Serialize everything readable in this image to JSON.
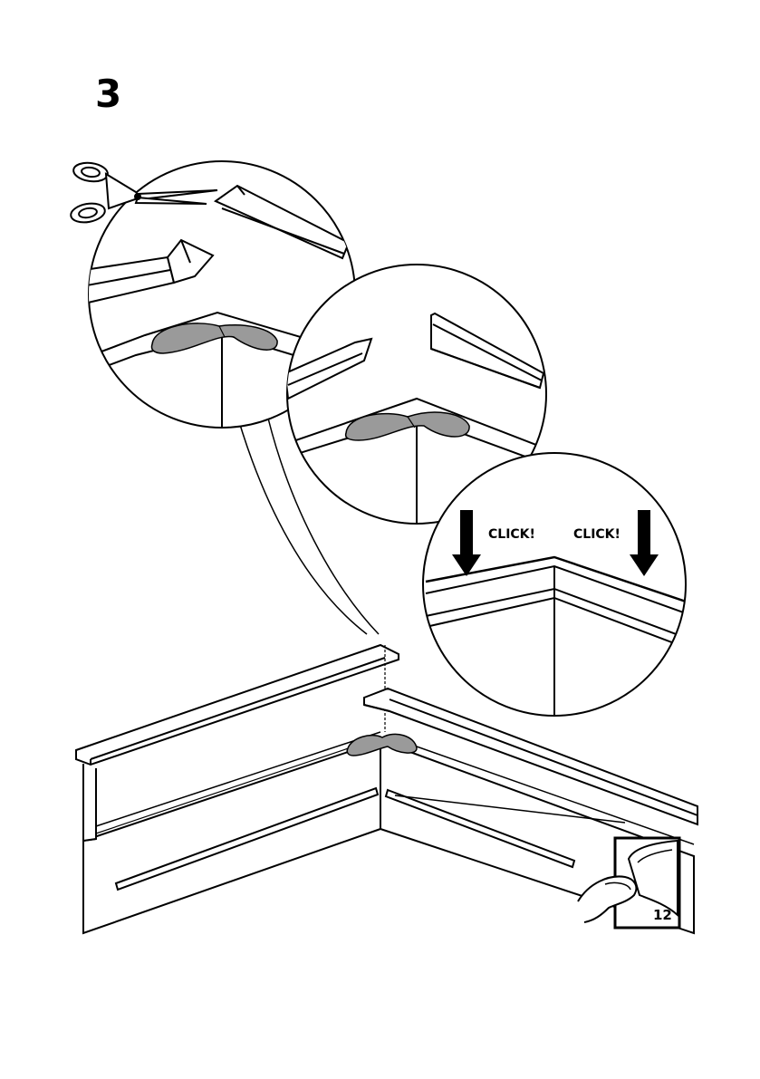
{
  "step": {
    "number": "3"
  },
  "callouts": {
    "click_left": "CLICK!",
    "click_right": "CLICK!"
  },
  "page_ref": {
    "number": "12"
  },
  "colors": {
    "ink": "#000000",
    "glue": "#9a9a9a",
    "paper": "#ffffff"
  },
  "icons": [
    "scissors-icon",
    "down-arrow-icon",
    "hand-peel-icon"
  ]
}
